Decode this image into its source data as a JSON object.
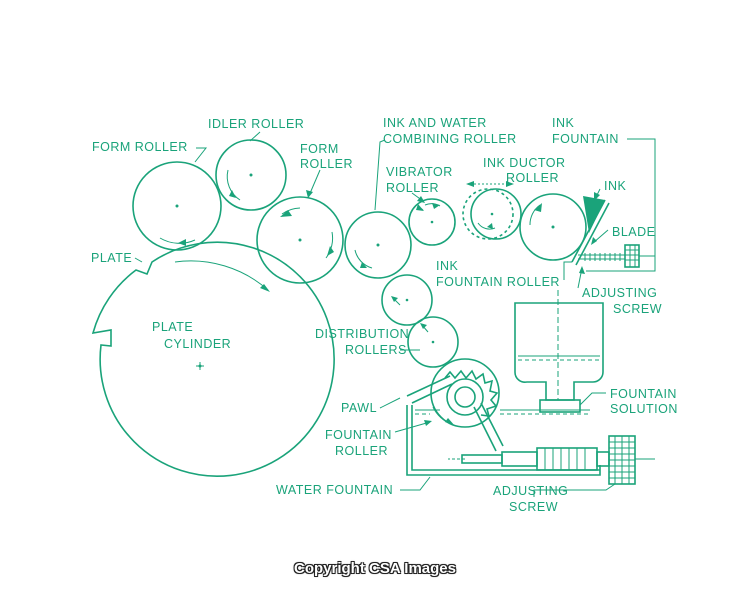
{
  "labels": {
    "form_roller_left": "FORM ROLLER",
    "idler_roller": "IDLER ROLLER",
    "form_roller_1": "FORM",
    "form_roller_2": "ROLLER",
    "ink_water_1": "INK AND WATER",
    "ink_water_2": "COMBINING ROLLER",
    "ink_fountain_1": "INK",
    "ink_fountain_2": "FOUNTAIN",
    "vibrator_1": "VIBRATOR",
    "vibrator_2": "ROLLER",
    "ink_ductor_1": "INK DUCTOR",
    "ink_ductor_2": "ROLLER",
    "ink": "INK",
    "blade": "BLADE",
    "plate": "PLATE",
    "ink_fountain_roller_1": "INK",
    "ink_fountain_roller_2": "FOUNTAIN ROLLER",
    "adjusting_screw_top_1": "ADJUSTING",
    "adjusting_screw_top_2": "SCREW",
    "plate_cylinder_1": "PLATE",
    "plate_cylinder_2": "CYLINDER",
    "distribution_1": "DISTRIBUTION",
    "distribution_2": "ROLLERS",
    "pawl": "PAWL",
    "fountain_solution_1": "FOUNTAIN",
    "fountain_solution_2": "SOLUTION",
    "fountain_roller_1": "FOUNTAIN",
    "fountain_roller_2": "ROLLER",
    "water_fountain": "WATER FOUNTAIN",
    "adjusting_screw_bottom_1": "ADJUSTING",
    "adjusting_screw_bottom_2": "SCREW"
  },
  "copyright": "Copyright CSA Images",
  "colors": {
    "line": "#1aa37a",
    "background": "#ffffff"
  }
}
